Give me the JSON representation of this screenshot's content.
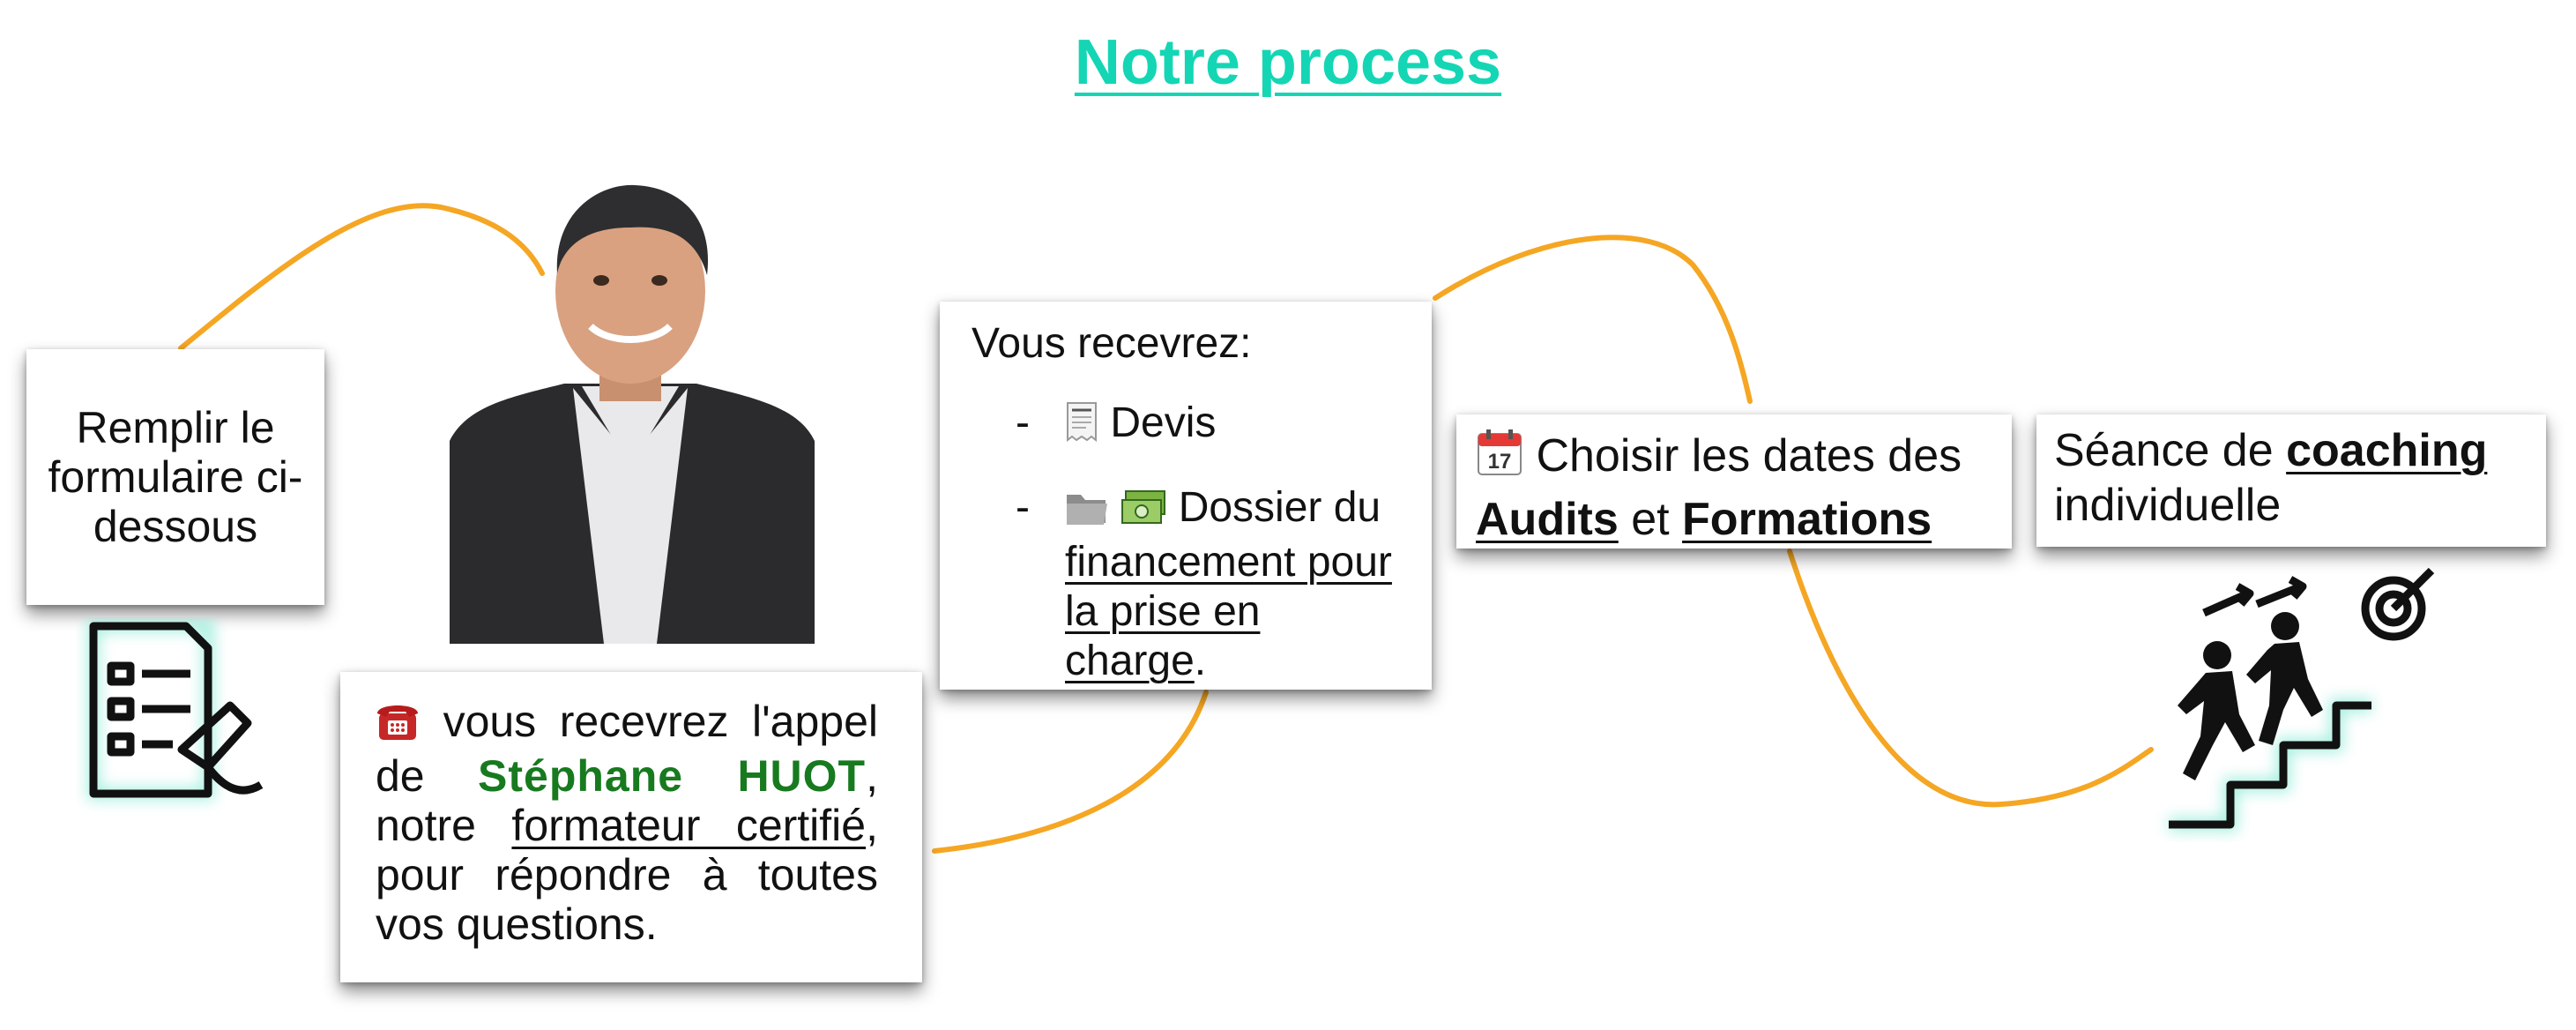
{
  "title": "Notre process",
  "steps": {
    "fill": {
      "text": "Remplir le formulaire ci-dessous"
    },
    "call": {
      "text_before": "vous recevrez l'appel de",
      "name": "Stéphane HUOT",
      "text_middle_1": ",",
      "text_middle_2": "notre",
      "link": "formateur certifié",
      "text_after": ", pour répondre à toutes vos questions."
    },
    "receive": {
      "intro": "Vous recevrez:",
      "dash": "-",
      "item1": "Devis",
      "item2_text": "Dossier du",
      "item2_link": "financement pour la prise en charge",
      "item2_end": "."
    },
    "dates": {
      "text": "Choisir les dates des",
      "audits": "Audits",
      "and": "et",
      "formations": "Formations"
    },
    "coaching": {
      "text": "Séance de",
      "bold": "coaching",
      "end": "individuelle"
    }
  },
  "icons": [
    "telephone-icon",
    "receipt-icon",
    "folder-icon",
    "banknote-icon",
    "calendar-icon",
    "form-document-icon",
    "stairs-running-target-icon"
  ],
  "colors": {
    "title": "#14d6b4",
    "curve": "#f5a623",
    "name": "#177a1f",
    "icon_glow": "#7fe8d2"
  }
}
